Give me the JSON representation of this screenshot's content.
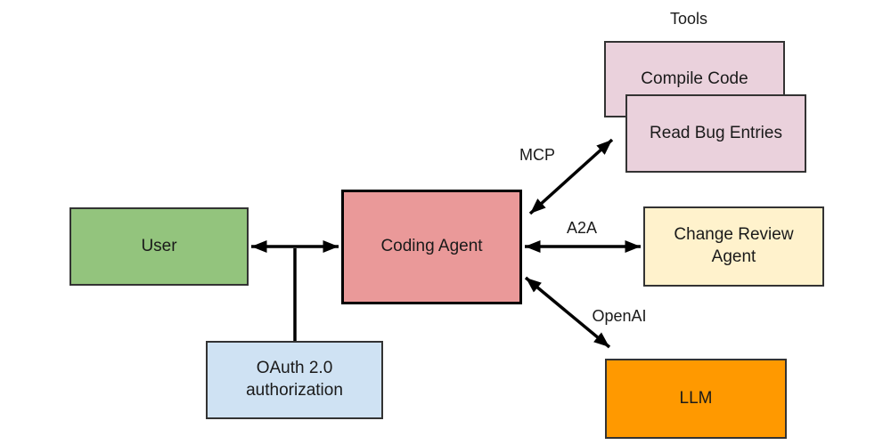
{
  "nodes": {
    "user": {
      "label": "User",
      "fill": "#93c47d"
    },
    "coding_agent": {
      "label": "Coding Agent",
      "fill": "#ea9999"
    },
    "compile_code": {
      "label": "Compile Code",
      "fill": "#ead1dc"
    },
    "read_bug_entries": {
      "label": "Read Bug Entries",
      "fill": "#ead1dc"
    },
    "change_review_agent": {
      "label": "Change Review\nAgent",
      "fill": "#fff2cc"
    },
    "llm": {
      "label": "LLM",
      "fill": "#ff9900"
    },
    "oauth": {
      "label": "OAuth 2.0\nauthorization",
      "fill": "#cfe2f3"
    }
  },
  "labels": {
    "tools_group": "Tools",
    "mcp": "MCP",
    "a2a": "A2A",
    "openai": "OpenAI"
  },
  "colors": {
    "arrow": "#000000",
    "border": "#333333",
    "background": "#ffffff"
  }
}
